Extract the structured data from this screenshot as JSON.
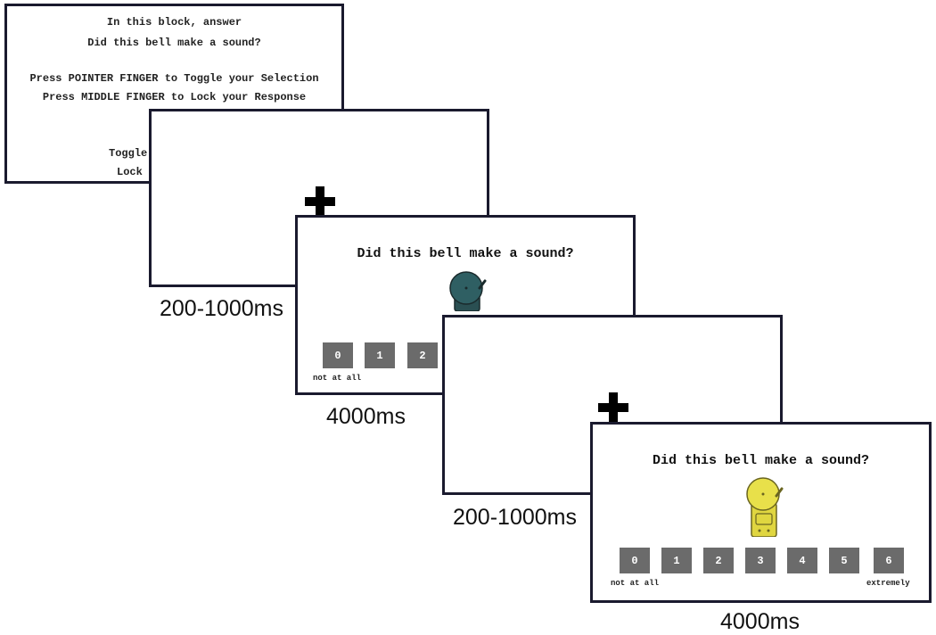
{
  "instructions": {
    "line1": "In this block, answer",
    "line2": "Did this bell make a sound?",
    "line3": "Press POINTER FINGER to Toggle your Selection",
    "line4": "Press MIDDLE FINGER to Lock your Response",
    "toggle_label": "Toggle",
    "lock_label": "Lock"
  },
  "fixation1": {
    "caption": "200-1000ms"
  },
  "trial1": {
    "question": "Did this bell make a sound?",
    "bell_color": "#2f5f63",
    "visible_options": [
      "0",
      "1",
      "2"
    ],
    "low_anchor": "not at all",
    "caption": "4000ms"
  },
  "fixation2": {
    "caption": "200-1000ms"
  },
  "trial2": {
    "question": "Did this bell make a sound?",
    "bell_color": "#e8e04a",
    "options": [
      "0",
      "1",
      "2",
      "3",
      "4",
      "5",
      "6"
    ],
    "low_anchor": "not at all",
    "high_anchor": "extremely",
    "caption": "4000ms"
  },
  "colors": {
    "frame_border": "#1a1a2e",
    "button_fill": "#6b6b6b"
  }
}
